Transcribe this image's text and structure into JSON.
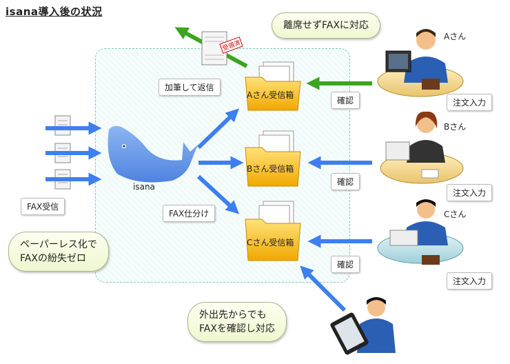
{
  "title": "isana導入後の状況",
  "center_label": "isana",
  "labels": {
    "fax_receive": "FAX受信",
    "fax_sort": "FAX仕分け",
    "annotate_reply": "加筆して返信",
    "stamp": "受領済",
    "inbox_a": "Aさん受信箱",
    "inbox_b": "Bさん受信箱",
    "inbox_c": "Cさん受信箱",
    "confirm_a": "確認",
    "confirm_b": "確認",
    "confirm_c": "確認",
    "order_a": "注文入力",
    "order_b": "注文入力",
    "order_c": "注文入力",
    "person_a": "Aさん",
    "person_b": "Bさん",
    "person_c": "Cさん"
  },
  "bubbles": {
    "top": "離席せずFAXに対応",
    "left": "ペーパーレス化で\nFAXの紛失ゼロ",
    "bottom": "外出先からでも\nFAXを確認し対応"
  },
  "colors": {
    "arrow_blue": "#3d7ff0",
    "arrow_green": "#3aa61f",
    "zone_border": "#7fc7bd",
    "folder_yellow": "#f7c21b",
    "whale": "#6e9ee8"
  }
}
